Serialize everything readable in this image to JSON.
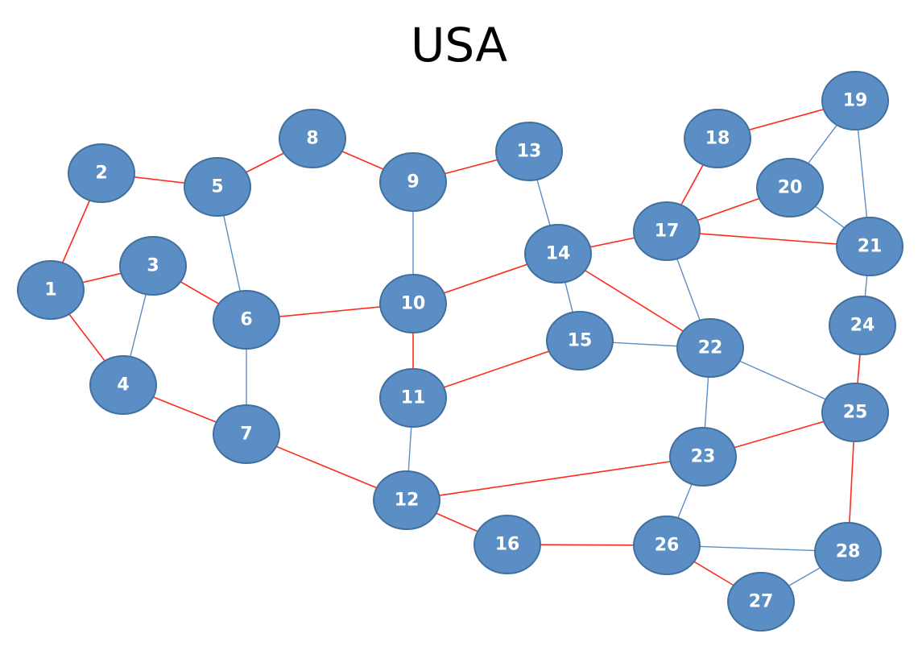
{
  "title": "USA",
  "colors": {
    "node_fill": "#5b8ec4",
    "node_stroke": "#41709f",
    "red_edge": "#ff2a1a",
    "blue_edge": "#5b8ec4",
    "label": "#ffffff"
  },
  "nodes": [
    "1",
    "2",
    "3",
    "4",
    "5",
    "6",
    "7",
    "8",
    "9",
    "10",
    "11",
    "12",
    "13",
    "14",
    "15",
    "16",
    "17",
    "18",
    "19",
    "20",
    "21",
    "22",
    "23",
    "24",
    "25",
    "26",
    "27",
    "28"
  ],
  "edges": [
    {
      "from": "1",
      "to": "2",
      "color": "red"
    },
    {
      "from": "1",
      "to": "3",
      "color": "red"
    },
    {
      "from": "1",
      "to": "4",
      "color": "red"
    },
    {
      "from": "2",
      "to": "5",
      "color": "red"
    },
    {
      "from": "3",
      "to": "4",
      "color": "blue"
    },
    {
      "from": "3",
      "to": "6",
      "color": "red"
    },
    {
      "from": "4",
      "to": "7",
      "color": "red"
    },
    {
      "from": "5",
      "to": "6",
      "color": "blue"
    },
    {
      "from": "5",
      "to": "8",
      "color": "red"
    },
    {
      "from": "6",
      "to": "7",
      "color": "blue"
    },
    {
      "from": "6",
      "to": "10",
      "color": "red"
    },
    {
      "from": "7",
      "to": "12",
      "color": "red"
    },
    {
      "from": "8",
      "to": "9",
      "color": "red"
    },
    {
      "from": "9",
      "to": "10",
      "color": "blue"
    },
    {
      "from": "9",
      "to": "13",
      "color": "red"
    },
    {
      "from": "10",
      "to": "11",
      "color": "red"
    },
    {
      "from": "10",
      "to": "14",
      "color": "red"
    },
    {
      "from": "11",
      "to": "12",
      "color": "blue"
    },
    {
      "from": "11",
      "to": "15",
      "color": "red"
    },
    {
      "from": "12",
      "to": "16",
      "color": "red"
    },
    {
      "from": "12",
      "to": "23",
      "color": "red"
    },
    {
      "from": "13",
      "to": "14",
      "color": "blue"
    },
    {
      "from": "14",
      "to": "15",
      "color": "blue"
    },
    {
      "from": "14",
      "to": "17",
      "color": "red"
    },
    {
      "from": "14",
      "to": "22",
      "color": "red"
    },
    {
      "from": "15",
      "to": "22",
      "color": "blue"
    },
    {
      "from": "16",
      "to": "26",
      "color": "red"
    },
    {
      "from": "17",
      "to": "18",
      "color": "red"
    },
    {
      "from": "17",
      "to": "20",
      "color": "red"
    },
    {
      "from": "17",
      "to": "21",
      "color": "red"
    },
    {
      "from": "17",
      "to": "22",
      "color": "blue"
    },
    {
      "from": "18",
      "to": "19",
      "color": "red"
    },
    {
      "from": "19",
      "to": "20",
      "color": "blue"
    },
    {
      "from": "19",
      "to": "21",
      "color": "blue"
    },
    {
      "from": "20",
      "to": "21",
      "color": "blue"
    },
    {
      "from": "21",
      "to": "24",
      "color": "blue"
    },
    {
      "from": "22",
      "to": "23",
      "color": "blue"
    },
    {
      "from": "22",
      "to": "25",
      "color": "blue"
    },
    {
      "from": "23",
      "to": "25",
      "color": "red"
    },
    {
      "from": "23",
      "to": "26",
      "color": "blue"
    },
    {
      "from": "24",
      "to": "25",
      "color": "red"
    },
    {
      "from": "25",
      "to": "28",
      "color": "red"
    },
    {
      "from": "26",
      "to": "27",
      "color": "red"
    },
    {
      "from": "26",
      "to": "28",
      "color": "blue"
    },
    {
      "from": "27",
      "to": "28",
      "color": "blue"
    }
  ]
}
